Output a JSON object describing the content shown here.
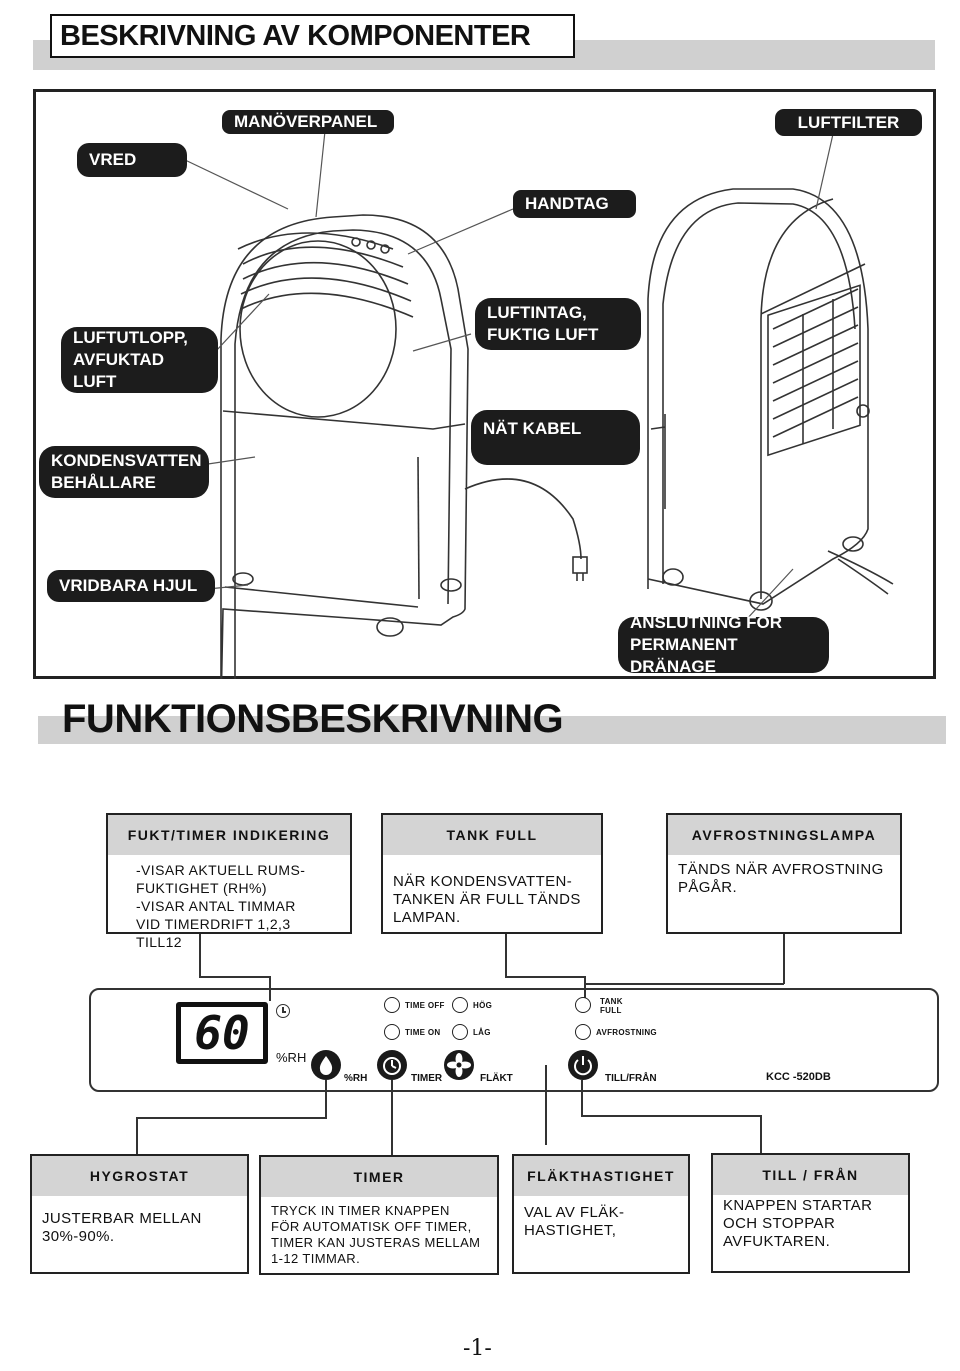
{
  "title": "BESKRIVNING AV KOMPONENTER",
  "components": {
    "vred": "VRED",
    "panel": "MANÖVERPANEL",
    "filter": "LUFTFILTER",
    "handle": "HANDTAG",
    "outlet_1": "LUFTUTLOPP,",
    "outlet_2": "AVFUKTAD LUFT",
    "intake_1": "LUFTINTAG,",
    "intake_2": "FUKTIG LUFT",
    "tank_1": "KONDENSVATTEN",
    "tank_2": "BEHÅLLARE",
    "cable": "NÄT KABEL",
    "wheels": "VRIDBARA HJUL",
    "drain_1": "ANSLUTNING FÖR",
    "drain_2": "PERMANENT DRÄNAGE"
  },
  "functions_title": "FUNKTIONSBESKRIVNING",
  "top_boxes": [
    {
      "title": "FUKT/TIMER INDIKERING",
      "text": "-VISAR AKTUELL RUMS-\n FUKTIGHET (RH%)\n-VISAR ANTAL TIMMAR\n VID TIMERDRIFT 1,2,3 TILL12"
    },
    {
      "title": "TANK FULL",
      "text": "NÄR KONDENSVATTEN-\nTANKEN ÄR FULL TÄNDS\nLAMPAN."
    },
    {
      "title": "AVFROSTNINGSLAMPA",
      "text": "TÄNDS NÄR AVFROSTNING\nPÅGÅR."
    }
  ],
  "control_panel": {
    "display": "60",
    "display_unit": "%RH",
    "time_off": "TIME OFF",
    "time_on": "TIME ON",
    "hog": "HÖG",
    "lag": "LÅG",
    "tank_full_1": "TANK",
    "tank_full_2": "FULL",
    "defrost": "AVFROSTNING",
    "btn_rh": "%RH",
    "btn_timer": "TIMER",
    "btn_fan": "FLÄKT",
    "btn_power": "TILL/FRÅN",
    "model": "KCC -520DB"
  },
  "bottom_boxes": [
    {
      "title": "HYGROSTAT",
      "text": "JUSTERBAR MELLAN\n30%-90%."
    },
    {
      "title": "TIMER",
      "text": "TRYCK IN TIMER KNAPPEN\nFÖR AUTOMATISK OFF TIMER,\nTIMER KAN JUSTERAS MELLAM\n1-12 TIMMAR."
    },
    {
      "title": "FLÄKTHASTIGHET",
      "text": "VAL AV FLÄK-\nHASTIGHET,"
    },
    {
      "title": "TILL / FRÅN",
      "text": "KNAPPEN STARTAR\nOCH STOPPAR\nAVFUKTAREN."
    }
  ],
  "page_number": "-1-"
}
